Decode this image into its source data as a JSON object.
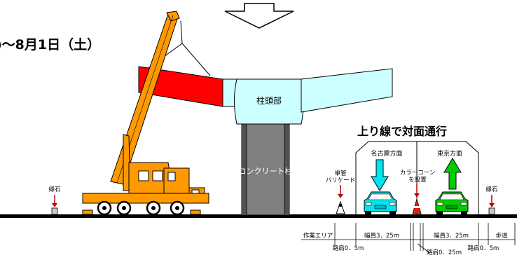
{
  "date_range": ")～8月1日（土）",
  "labels": {
    "pier_head": "柱頭部",
    "column": "コンクリート柱",
    "traffic_title": "上り線で対面通行",
    "dir_nagoya": "名古屋方面",
    "dir_tokyo": "東京方面",
    "barricade": [
      "単管",
      "バリケード"
    ],
    "cone": [
      "カラーコーン",
      "を設置"
    ],
    "curb_left": "縁石",
    "curb_right": "縁石"
  },
  "dimensions": {
    "work_area": "作業エリア",
    "width_left": "幅員3．25m",
    "width_right": "幅員3．25m",
    "sidewalk": "歩道",
    "shoulder_left": "路肩0．5m",
    "shoulder_center": "路肩0．25m",
    "shoulder_right": "路肩0．5m"
  },
  "colors": {
    "red_segment": "#ff0000",
    "segment_cyan": "#ccffff",
    "crane_orange": "#ff9900",
    "arrow_down_cyan": "#00e5ee",
    "arrow_up_green": "#00cc00",
    "car_cyan": "#00e5ee",
    "car_green": "#00cc00",
    "column_gray": "#808080"
  }
}
